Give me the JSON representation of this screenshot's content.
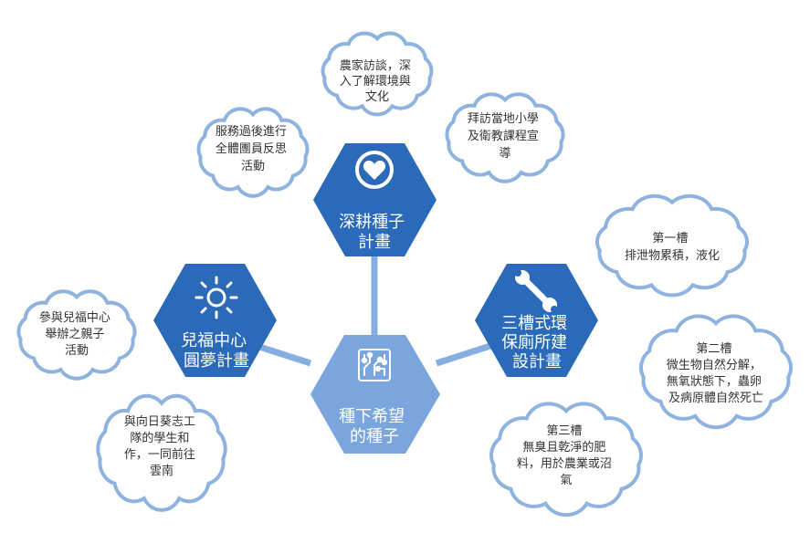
{
  "colors": {
    "hex_dark": "#2a6ab8",
    "hex_light": "#7aa5dd",
    "connector": "#86aee0",
    "cloud_stroke": "#8eb3df",
    "cloud_fill": "#ffffff"
  },
  "center": {
    "lines": [
      "種下希望",
      "的種子"
    ],
    "icon": "circuit-chip-icon"
  },
  "hubs": {
    "deep": {
      "lines": [
        "深耕種子",
        "計畫"
      ],
      "icon": "heart-icon"
    },
    "child": {
      "lines": [
        "兒福中心",
        "圓夢計畫"
      ],
      "icon": "sun-icon"
    },
    "toilet": {
      "lines": [
        "三槽式環",
        "保廁所建",
        "設計畫"
      ],
      "icon": "wrench-icon"
    }
  },
  "clouds": {
    "farmer": [
      "農家訪談，深",
      "入了解環境與",
      "文化"
    ],
    "school": [
      "拜訪當地小學",
      "及衛教課程宣",
      "導"
    ],
    "reflect": [
      "服務過後進行",
      "全體團員反思",
      "活動"
    ],
    "tank1": [
      "第一槽",
      "排泄物累積，液化"
    ],
    "tank2": [
      "第二槽",
      "微生物自然分解，",
      "無氧狀態下，蟲卵",
      "及病原體自然死亡"
    ],
    "tank3": [
      "第三槽",
      "無臭且乾淨的肥",
      "料，用於農業或沼",
      "氣"
    ],
    "parent": [
      "參與兒福中心",
      "舉辦之親子",
      "活動"
    ],
    "sunflower": [
      "與向日葵志工",
      "隊的學生和",
      "作，一同前往",
      "雲南"
    ]
  }
}
